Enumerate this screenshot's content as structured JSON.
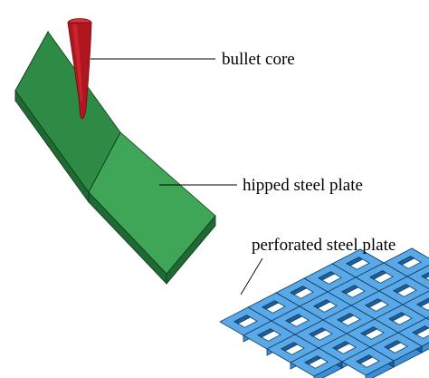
{
  "labels": {
    "bullet_core": "bullet core",
    "hipped_plate": "hipped steel plate",
    "perforated_plate": "perforated steel plate"
  },
  "colors": {
    "plate_front": "#2e8b45",
    "plate_top": "#3fa557",
    "plate_side": "#1f6a32",
    "plate_edge": "#0e3a19",
    "bullet_body": "#b0161f",
    "bullet_dark": "#6e0a10",
    "bullet_light": "#d8323a",
    "grid_fill": "#3d8fd1",
    "grid_top": "#5aa9e6",
    "grid_edge": "#0c3f6e",
    "grid_hole": "#1f5f99"
  },
  "perforated_grid": {
    "rows": 5,
    "columns": 6
  }
}
